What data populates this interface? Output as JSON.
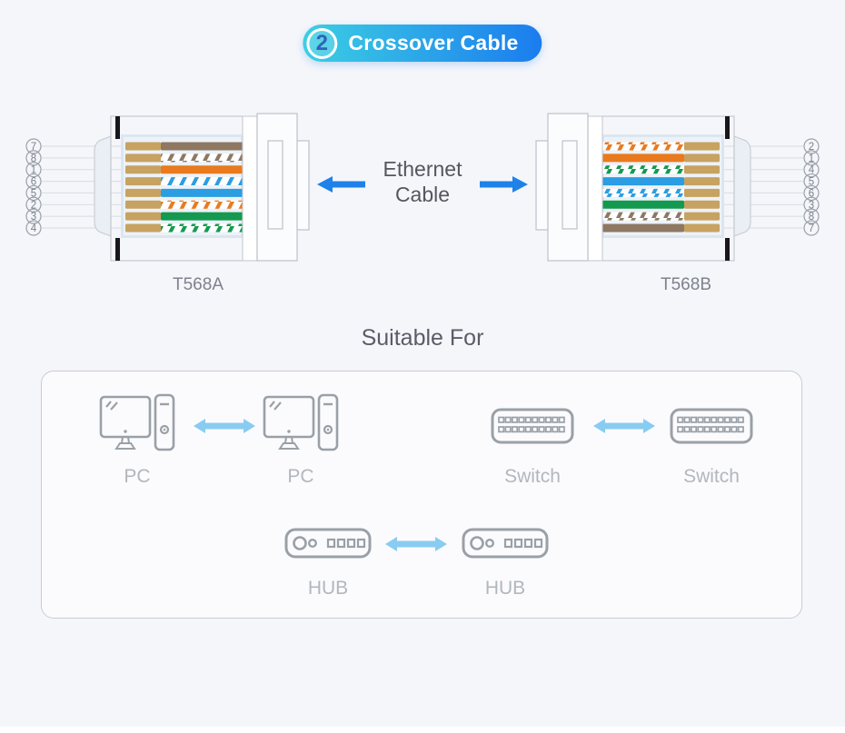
{
  "header": {
    "step_number": "2",
    "title": "Crossover Cable",
    "pill_gradient_start": "#3ccfe3",
    "pill_gradient_end": "#1b7cee",
    "badge_text_color": "#2f66b5"
  },
  "diagram": {
    "center_label_line1": "Ethernet",
    "center_label_line2": "Cable",
    "arrow_color": "#1e82e8",
    "left_connector": {
      "name": "T568A",
      "pins": [
        {
          "n": "7",
          "wire": "brown"
        },
        {
          "n": "8",
          "wire": "brown-white"
        },
        {
          "n": "1",
          "wire": "orange"
        },
        {
          "n": "6",
          "wire": "blue-white"
        },
        {
          "n": "5",
          "wire": "blue"
        },
        {
          "n": "2",
          "wire": "orange-white"
        },
        {
          "n": "3",
          "wire": "green"
        },
        {
          "n": "4",
          "wire": "green-white"
        }
      ]
    },
    "right_connector": {
      "name": "T568B",
      "pins": [
        {
          "n": "2",
          "wire": "orange-white"
        },
        {
          "n": "1",
          "wire": "orange"
        },
        {
          "n": "4",
          "wire": "green-white"
        },
        {
          "n": "5",
          "wire": "blue"
        },
        {
          "n": "6",
          "wire": "blue-white"
        },
        {
          "n": "3",
          "wire": "green"
        },
        {
          "n": "8",
          "wire": "brown-white"
        },
        {
          "n": "7",
          "wire": "brown"
        }
      ]
    },
    "wire_colors": {
      "brown": "#8e7862",
      "orange": "#ea7a1e",
      "blue": "#2b9de2",
      "green": "#149a4e",
      "tan": "#c7a260"
    }
  },
  "suitable": {
    "title": "Suitable For",
    "pair_arrow_color": "#89ccf1",
    "pairs": [
      {
        "icon": "pc",
        "labels": [
          "PC",
          "PC"
        ]
      },
      {
        "icon": "switch",
        "labels": [
          "Switch",
          "Switch"
        ]
      },
      {
        "icon": "hub",
        "labels": [
          "HUB",
          "HUB"
        ]
      }
    ]
  }
}
